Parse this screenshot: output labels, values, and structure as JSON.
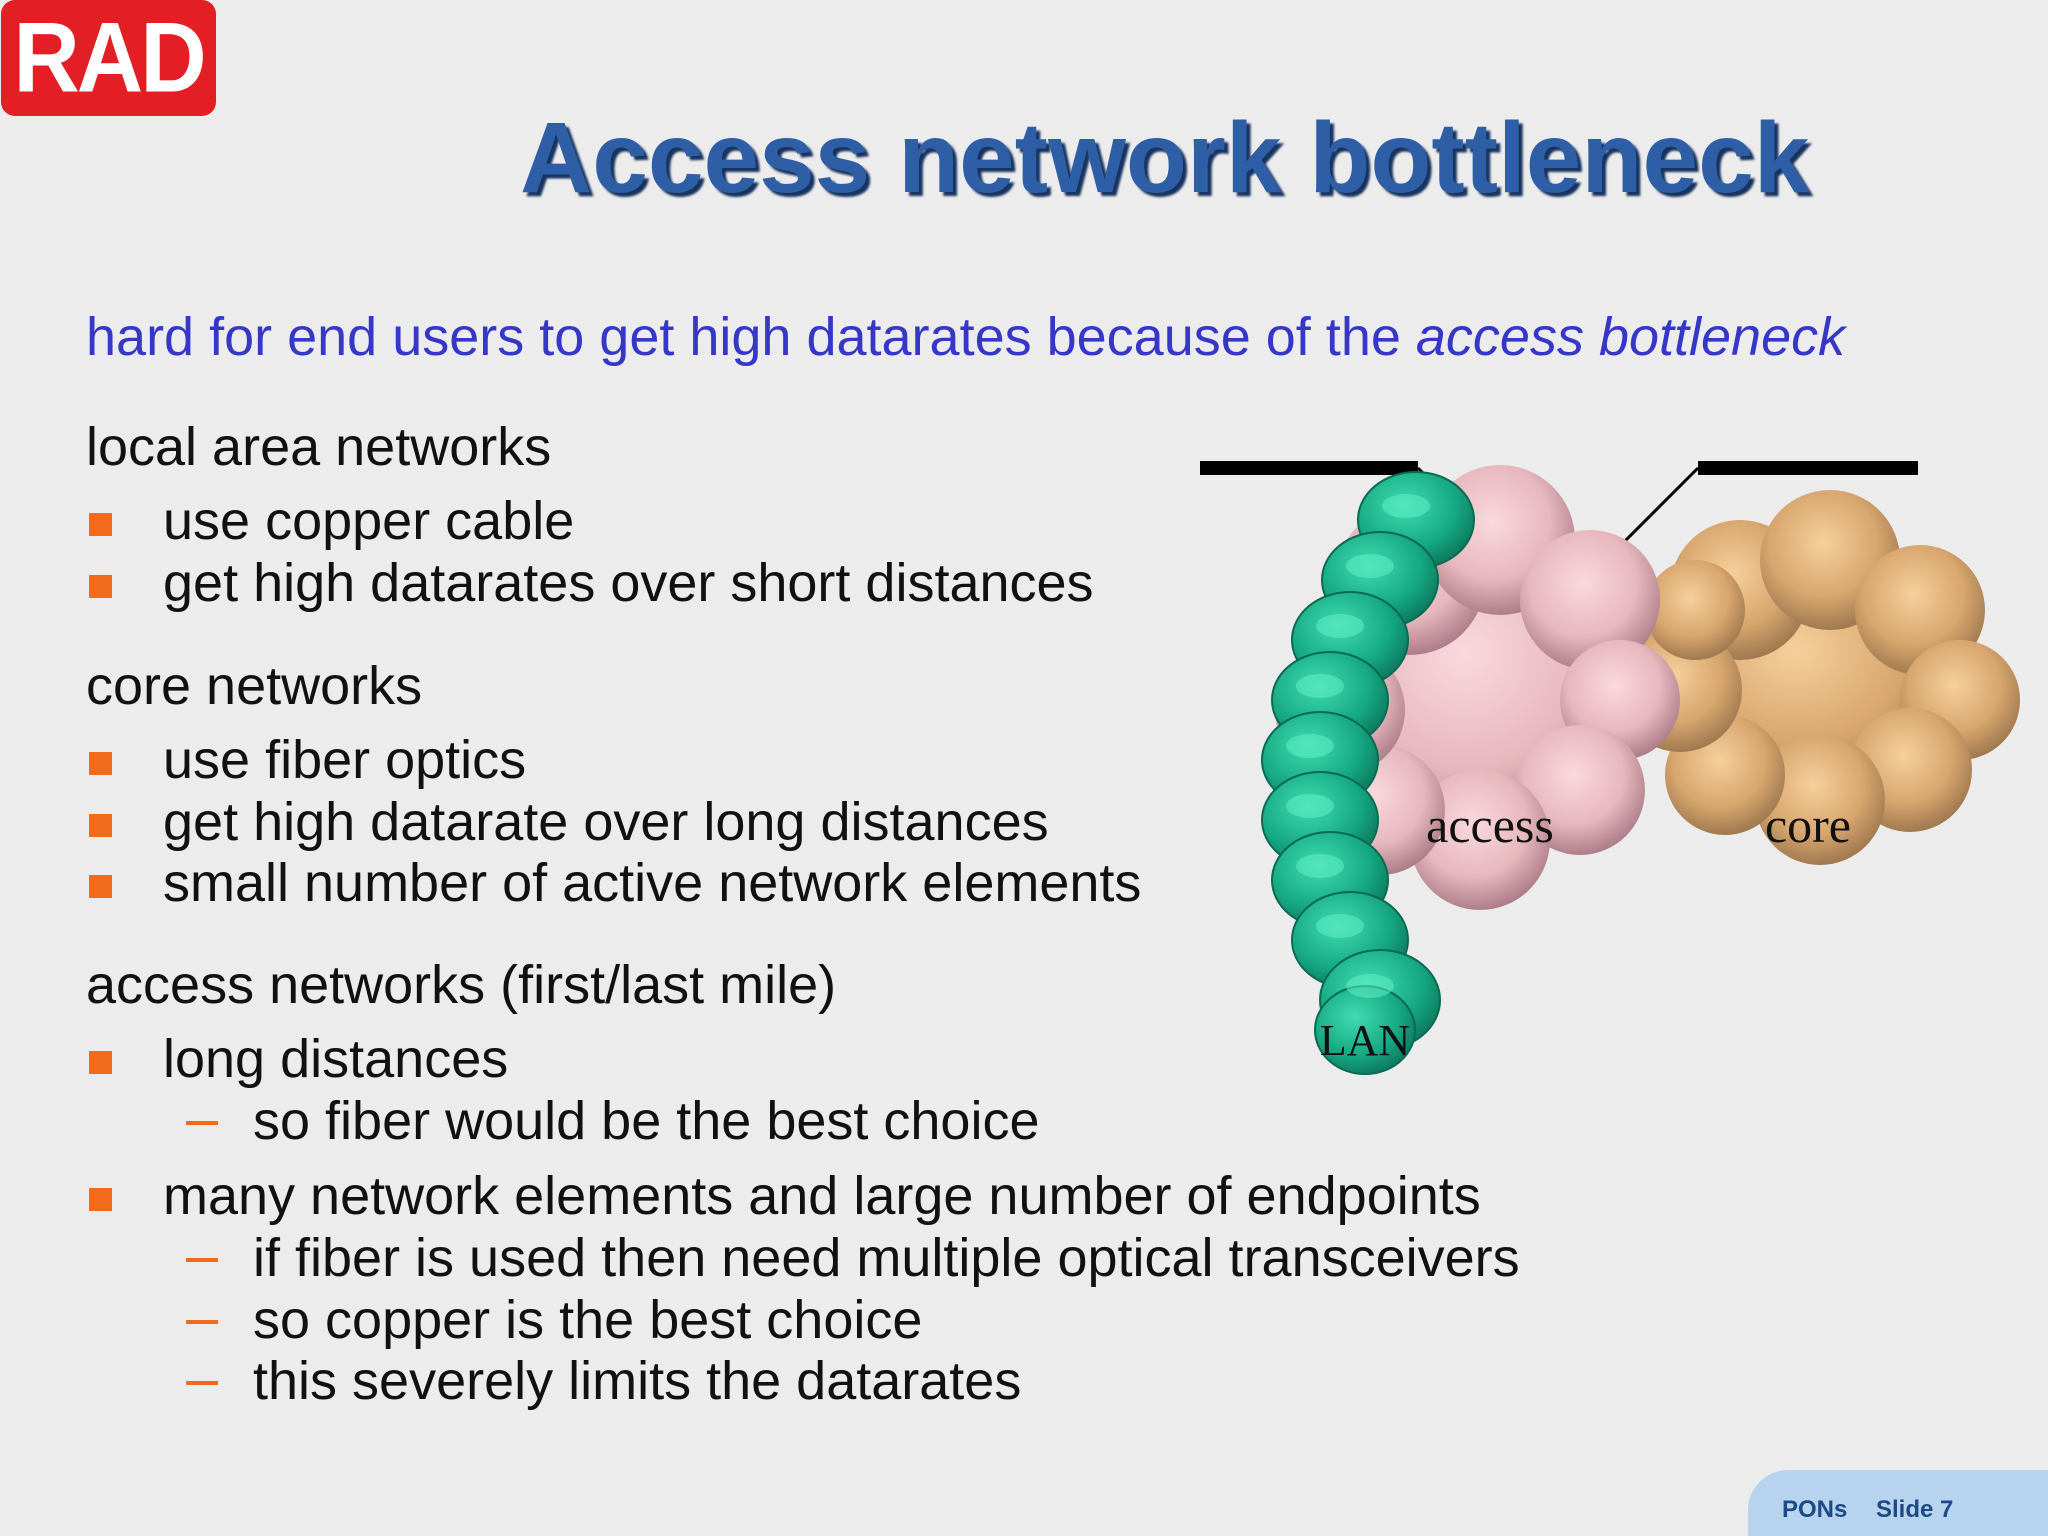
{
  "logo": {
    "text": "RAD"
  },
  "title": "Access network bottleneck",
  "subtitle": {
    "plain": "hard for end users to get high datarates because of the ",
    "emphasis": "access bottleneck"
  },
  "sections": {
    "lan": {
      "heading": "local area networks",
      "bullets": [
        "use copper cable",
        "get high datarates over short distances"
      ]
    },
    "core": {
      "heading": "core networks",
      "bullets": [
        "use fiber optics",
        "get high datarate over long distances",
        "small number of active network elements"
      ]
    },
    "access": {
      "heading": "access networks (first/last mile)",
      "bullet1": "long distances",
      "bullet1_sub": "so fiber would be the best choice",
      "bullet2": "many network elements and large number of endpoints",
      "bullet2_subs": [
        "if fiber is used then need multiple optical transceivers",
        "so copper is the best choice",
        "this severely limits the datarates"
      ]
    }
  },
  "diagram": {
    "labels": {
      "lan": "LAN",
      "access": "access",
      "core": "core"
    },
    "colors": {
      "lan": "#19a884",
      "access": "#e9b8bf",
      "core": "#d8a66e",
      "bottleneck_line": "#000000"
    }
  },
  "footer": {
    "left": "PONs",
    "right": "Slide 7"
  },
  "colors": {
    "title": "#2e5fa6",
    "subtitle": "#3636c8",
    "bullet": "#f26b1d",
    "logo": "#e31e24"
  }
}
